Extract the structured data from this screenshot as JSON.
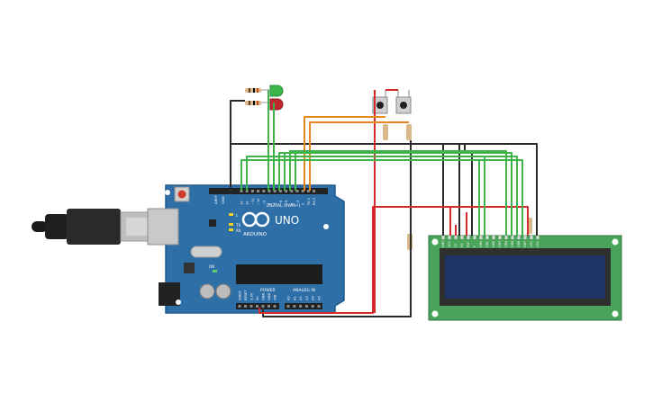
{
  "board": {
    "brand_text": "ARDUINO",
    "model_text": "UNO",
    "digital_label": "DIGITAL (PWM~)",
    "power_label": "POWER",
    "analog_label": "ANALOG IN",
    "tx_label": "TX",
    "rx_label": "RX",
    "l_label": "L",
    "on_label": "ON",
    "aref_label": "AREF",
    "gnd_label": "GND",
    "digital_pins": [
      "13",
      "12",
      "~11",
      "~10",
      "~9",
      "8",
      "7",
      "~6",
      "~5",
      "4",
      "~3",
      "2",
      "TX 1",
      "RX 0"
    ],
    "power_pins": [
      "IOREF",
      "RESET",
      "3.3V",
      "5V",
      "GND",
      "GND",
      "VIN"
    ],
    "analog_pins": [
      "A0",
      "A1",
      "A2",
      "A3",
      "A4",
      "A5"
    ]
  },
  "lcd": {
    "pin_labels": [
      "GND",
      "VCC",
      "V0",
      "RS",
      "RW",
      "E",
      "DB0",
      "DB1",
      "DB2",
      "DB3",
      "DB4",
      "DB5",
      "DB6",
      "DB7",
      "LED",
      "LED"
    ]
  },
  "colors": {
    "board": "#2f6fa8",
    "board_edge": "#1f5a8e",
    "lcd_pcb": "#4aa35a",
    "lcd_screen": "#1f3566",
    "wire_green": "#3fb24a",
    "wire_red": "#d42a2a",
    "wire_black": "#2b2b2b",
    "wire_orange": "#e8871e",
    "led_green": "#39b54a",
    "led_red": "#c0272d"
  }
}
